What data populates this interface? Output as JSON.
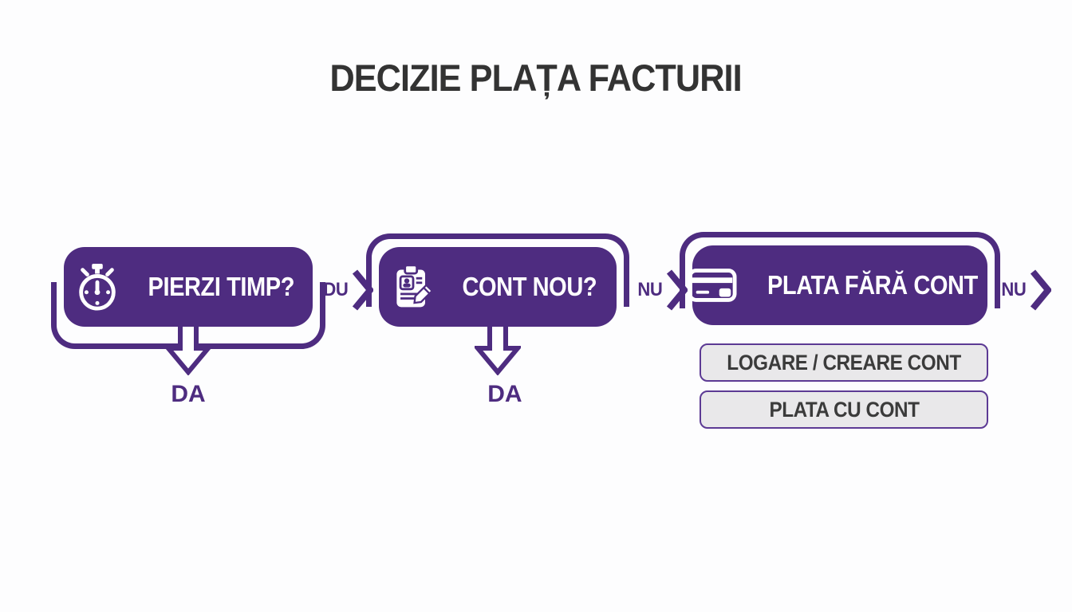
{
  "header": {
    "title": "DECIZIE PLAȚA FACTURII"
  },
  "colors": {
    "accent_purple": "#4e2c80",
    "title_text": "#333333",
    "box_text": "#ffffff",
    "action_fill": "#e9e8ea",
    "action_border": "#5c3a94",
    "action_text": "#3b3b3b",
    "background": "#fdfdfe"
  },
  "flow": {
    "nodes": [
      {
        "id": "pierzi-timp",
        "label": "PIERZI TIMP?",
        "icon": "stopwatch-icon",
        "branch_down_label": "DA"
      },
      {
        "id": "cont-nou",
        "label": "CONT NOU?",
        "icon": "clipboard-user-icon",
        "branch_down_label": "DA"
      },
      {
        "id": "plata-fara-cont",
        "label": "PLATA FĂRĂ CONT",
        "icon": "credit-card-icon",
        "actions": [
          {
            "label": "LOGARE / CREARE CONT"
          },
          {
            "label": "PLATA CU CONT"
          }
        ]
      }
    ],
    "connectors": [
      {
        "label": "DU"
      },
      {
        "label": "NU"
      },
      {
        "label": "NU"
      }
    ]
  }
}
